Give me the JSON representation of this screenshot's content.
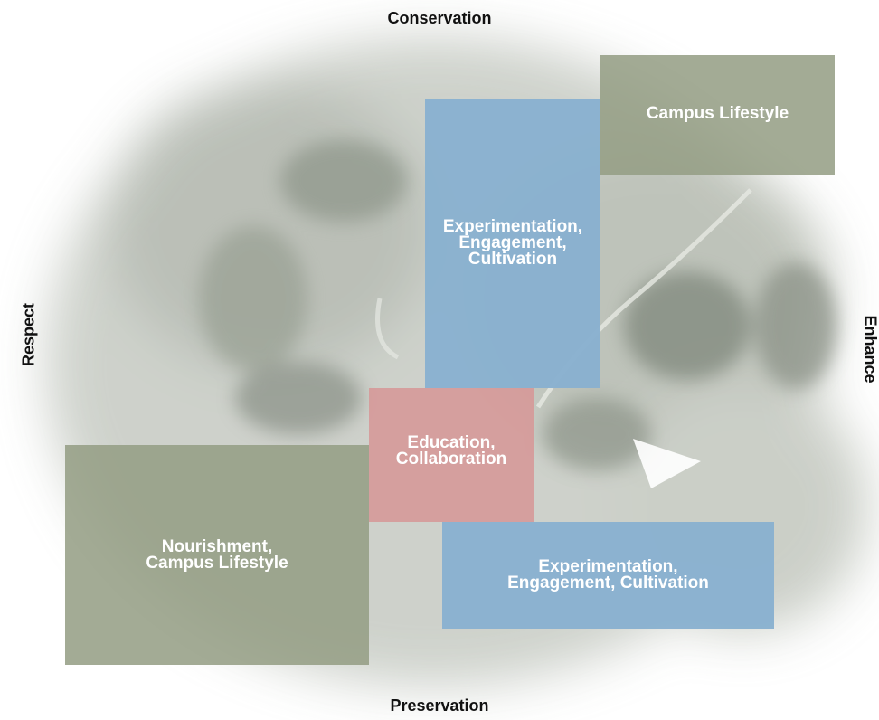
{
  "axes": {
    "top": "Conservation",
    "bottom": "Preservation",
    "left": "Respect",
    "right": "Enhance"
  },
  "zones": [
    {
      "label": "Campus Lifestyle",
      "color": "#949d84"
    },
    {
      "label": "Experimentation,\nEngagement,\nCultivation",
      "color": "#89b1d0"
    },
    {
      "label": "Education,\nCollaboration",
      "color": "#d69696"
    },
    {
      "label": "Nourishment,\nCampus Lifestyle",
      "color": "#949d84"
    },
    {
      "label": "Experimentation,\nEngagement, Cultivation",
      "color": "#89b1d0"
    }
  ]
}
